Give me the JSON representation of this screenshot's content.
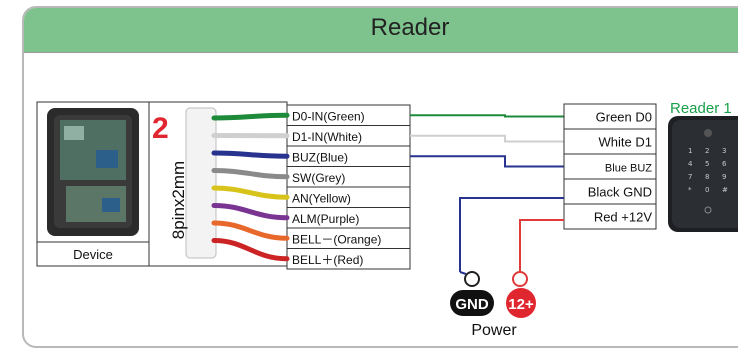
{
  "header": {
    "title": "Reader"
  },
  "device": {
    "label": "Device"
  },
  "connector": {
    "number": "2",
    "size_label": "8pinx2mm"
  },
  "wires": [
    {
      "label": "D0-IN(Green)",
      "color": "#1e8b3b"
    },
    {
      "label": "D1-IN(White)",
      "color": "#d9d9d9"
    },
    {
      "label": "BUZ(Blue)",
      "color": "#27338f"
    },
    {
      "label": "SW(Grey)",
      "color": "#8a8a8a"
    },
    {
      "label": "AN(Yellow)",
      "color": "#d7c31a"
    },
    {
      "label": "ALM(Purple)",
      "color": "#7a3592"
    },
    {
      "label": "BELL－(Orange)",
      "color": "#e8672a"
    },
    {
      "label": "BELL＋(Red)",
      "color": "#cc2424"
    }
  ],
  "reader_terminals": [
    {
      "label": "Green D0"
    },
    {
      "label": "White D1"
    },
    {
      "label": "Blue BUZ"
    },
    {
      "label": "Black GND"
    },
    {
      "label": "Red +12V"
    }
  ],
  "reader": {
    "title": "Reader 1"
  },
  "power": {
    "gnd_label": "GND",
    "v12_label": "12+",
    "label": "Power"
  },
  "colors": {
    "header": "#7ec38d",
    "reader_title": "#1aa04a",
    "gnd_wire": "#27338f",
    "v12_wire": "#e03a3a"
  }
}
